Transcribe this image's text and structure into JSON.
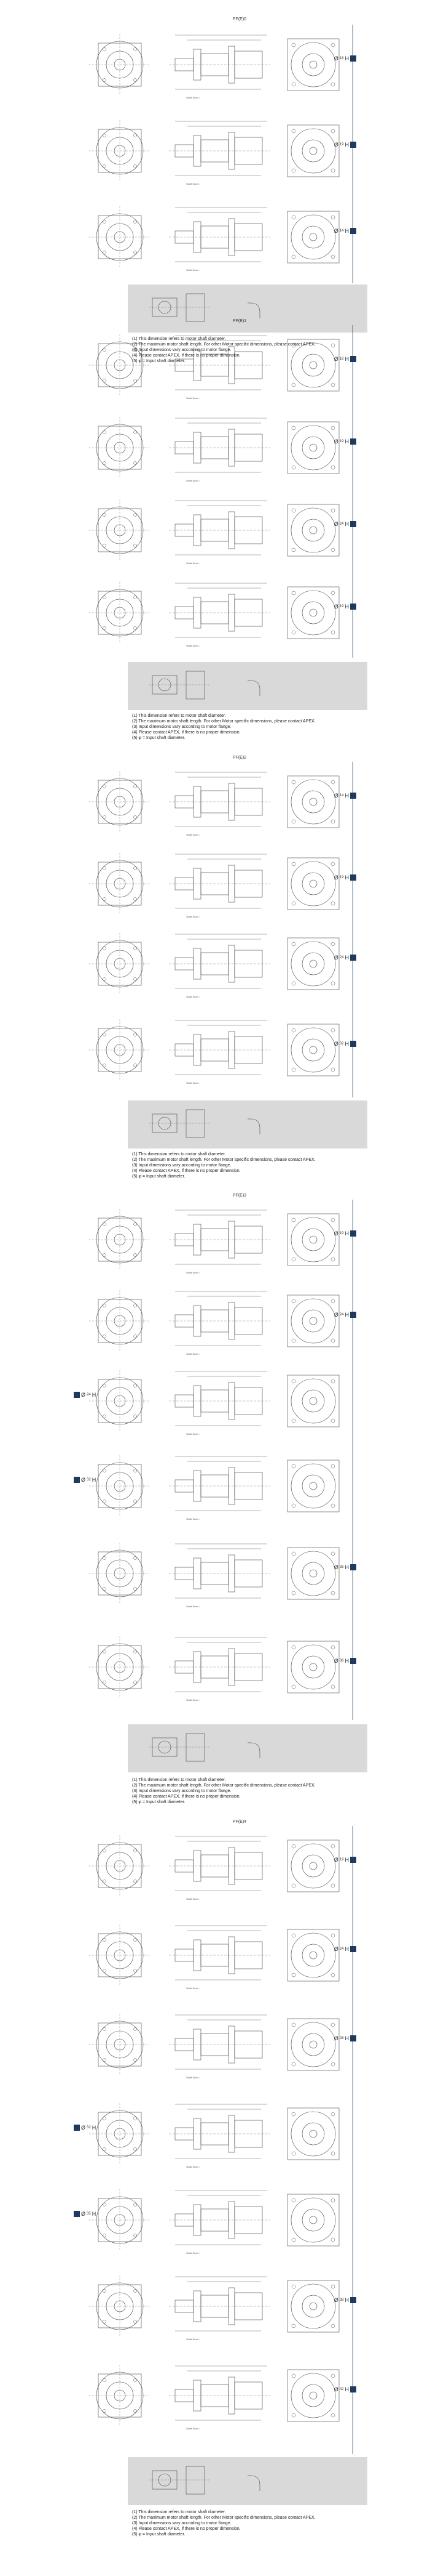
{
  "sections": [
    {
      "title": "PF(E)0",
      "rows": [
        {
          "tag": "18",
          "label": "Shaft Seal ="
        },
        {
          "tag": "19",
          "label": "Shaft Seal ="
        },
        {
          "tag": "14",
          "label": "Shaft Seal ="
        }
      ],
      "notes": [
        "(1) This dimension refers to motor shaft diameter.",
        "(2) The maximum motor shaft length. For other Motor specific dimensions, please contact APEX.",
        "(3) Input dimensions vary according to motor flange.",
        "(4) Please contact APEX, if there is no proper dimension.",
        "(5) φ = Input shaft diameter."
      ]
    },
    {
      "title": "PF(E)1",
      "rows": [
        {
          "tag": "18",
          "label": "Shaft Seal ="
        },
        {
          "tag": "19",
          "label": "Shaft Seal ="
        },
        {
          "tag": "24",
          "label": "Shaft Seal ="
        },
        {
          "tag": "19",
          "label": "Shaft Seal ="
        }
      ],
      "notes": [
        "(1) This dimension refers to motor shaft diameter.",
        "(2) The maximum motor shaft length. For other Motor specific dimensions, please contact APEX.",
        "(3) Input dimensions vary according to motor flange.",
        "(4) Please contact APEX, if there is no proper dimension.",
        "(5) φ = Input shaft diameter."
      ]
    },
    {
      "title": "PF(E)2",
      "rows": [
        {
          "tag": "14",
          "label": "Shaft Seal ="
        },
        {
          "tag": "19",
          "label": "Shaft Seal ="
        },
        {
          "tag": "24",
          "label": "Shaft Seal ="
        },
        {
          "tag": "32",
          "label": "Shaft Seal ="
        }
      ],
      "notes": [
        "(1) This dimension refers to motor shaft diameter.",
        "(2) The maximum motor shaft length. For other Motor specific dimensions, please contact APEX.",
        "(3) Input dimensions vary according to motor flange.",
        "(4) Please contact APEX, if there is no proper dimension.",
        "(5) φ = Input shaft diameter."
      ]
    },
    {
      "title": "PF(E)3",
      "rows": [
        {
          "tag": "19",
          "label": "Shaft Seal ="
        },
        {
          "tag": "24",
          "label": "Shaft Seal ="
        },
        {
          "tag": "24",
          "label": "Shaft Seal =",
          "left": true
        },
        {
          "tag": "32",
          "label": "Shaft Seal =",
          "left": true
        },
        {
          "tag": "35",
          "label": "Shaft Seal ="
        },
        {
          "tag": "38",
          "label": "Shaft Seal ="
        }
      ],
      "notes": [
        "(1) This dimension refers to motor shaft diameter.",
        "(2) The maximum motor shaft length. For other Motor specific dimensions, please contact APEX.",
        "(3) Input dimensions vary according to motor flange.",
        "(4) Please contact APEX, if there is no proper dimension.",
        "(5) φ = Input shaft diameter."
      ]
    },
    {
      "title": "PF(E)4",
      "rows": [
        {
          "tag": "19",
          "label": "Shaft Seal ="
        },
        {
          "tag": "24",
          "label": "Shaft Seal ="
        },
        {
          "tag": "28",
          "label": "Shaft Seal ="
        },
        {
          "tag": "32",
          "label": "Shaft Seal =",
          "left": true
        },
        {
          "tag": "35",
          "label": "Shaft Seal =",
          "left": true
        },
        {
          "tag": "38",
          "label": "Shaft Seal ="
        },
        {
          "tag": "42",
          "label": "Shaft Seal ="
        }
      ],
      "notes": [
        "(1) This dimension refers to motor shaft diameter.",
        "(2) The maximum motor shaft length. For other Motor specific dimensions, please contact APEX.",
        "(3) Input dimensions vary according to motor flange.",
        "(4) Please contact APEX, if there is no proper dimension.",
        "(5) φ = Input shaft diameter."
      ]
    }
  ],
  "tag_prefix": "Ø",
  "tag_suffix": "H",
  "colors": {
    "accent": "#1f3a5f",
    "panel": "#d9d9d9",
    "line": "#444444"
  }
}
